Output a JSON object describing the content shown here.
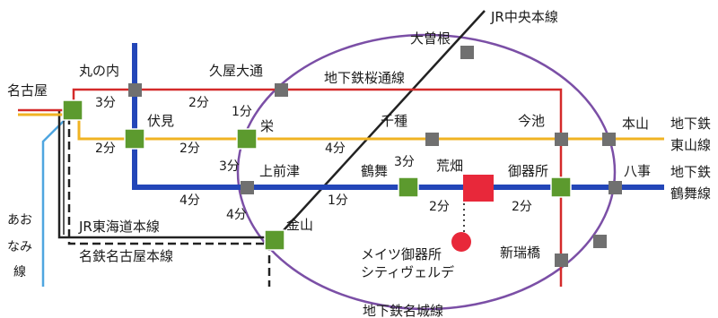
{
  "lines": {
    "jr_chuo": "JR中央本線",
    "sakura_dori": "地下鉄桜通線",
    "higashiyama": [
      "地下鉄",
      "東山線"
    ],
    "tsurumai": [
      "地下鉄",
      "鶴舞線"
    ],
    "meijo": "地下鉄名城線",
    "jr_tokaido": "JR東海道本線",
    "meitetsu": "名鉄名古屋本線",
    "aonami": [
      "あお",
      "なみ",
      "線"
    ]
  },
  "stations": {
    "nagoya": "名古屋",
    "marunouchi": "丸の内",
    "hisaya_odori": "久屋大通",
    "fushimi": "伏見",
    "sakae": "栄",
    "ozone": "大曽根",
    "chikusa": "千種",
    "imaike": "今池",
    "motoyama": "本山",
    "kamimaezu": "上前津",
    "tsurumai": "鶴舞",
    "arahata": "荒畑",
    "gokiso": "御器所",
    "yagoto": "八事",
    "kanayama": "金山",
    "aratamabashi": "新瑞橋"
  },
  "times": {
    "nagoya_marunouchi": "3分",
    "marunouchi_hisaya": "2分",
    "hisaya_sakae": "1分",
    "nagoya_fushimi": "2分",
    "fushimi_sakae": "2分",
    "sakae_chikusa": "4分",
    "sakae_kamimaezu": "3分",
    "fushimi_kamimaezu": "4分",
    "kamimaezu_kanayama": "4分",
    "kamimaezu_tsurumai": "1分",
    "chikusa_tsurumai": "3分",
    "tsurumai_arahata": "2分",
    "arahata_gokiso": "2分"
  },
  "property": [
    "メイツ御器所",
    "シティヴェルデ"
  ],
  "colors": {
    "red_line": "#d42a2a",
    "yellow_line": "#f0b323",
    "blue_line": "#2346b8",
    "purple_line": "#7b4fa6",
    "aonami_line": "#4fa6e0",
    "transfer_station": "#5c9a2e",
    "station": "#707070",
    "property": "#e8283a"
  }
}
